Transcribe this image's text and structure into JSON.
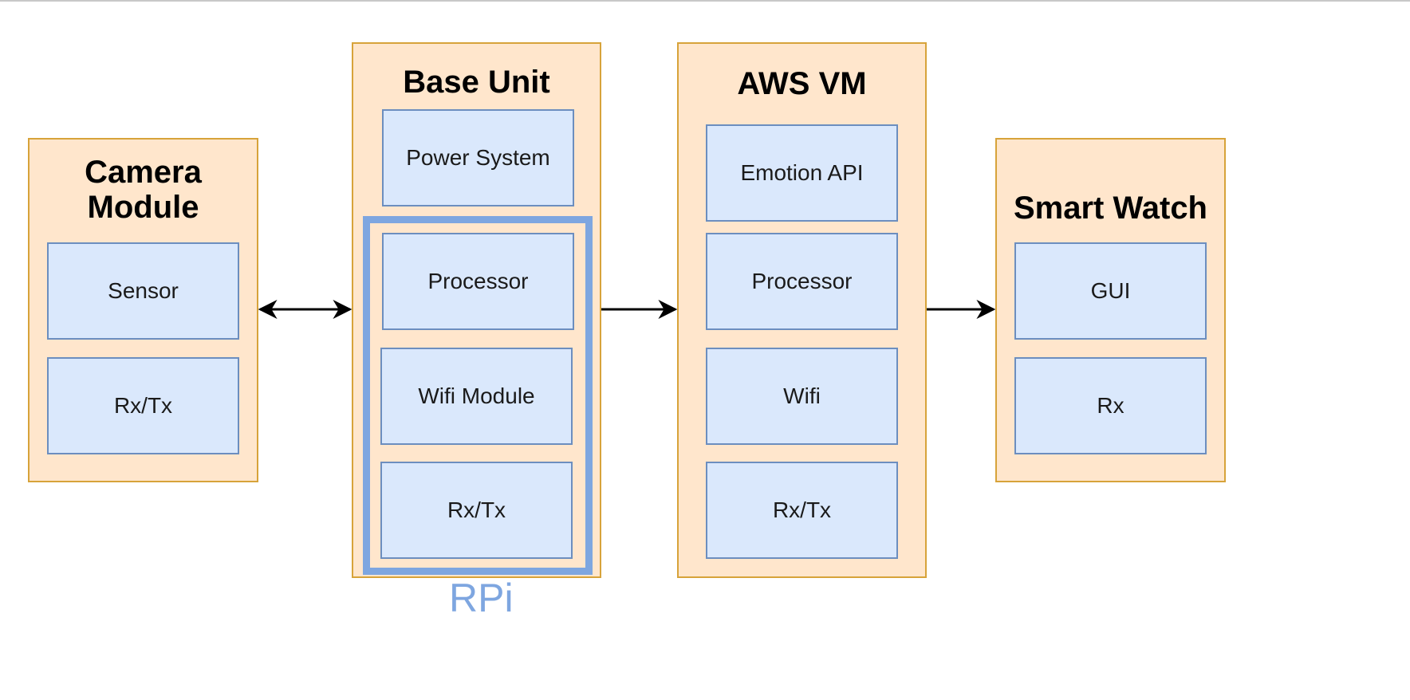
{
  "camera_module": {
    "title_line1": "Camera",
    "title_line2": "Module",
    "items": [
      "Sensor",
      "Rx/Tx"
    ]
  },
  "base_unit": {
    "title": "Base Unit",
    "power": "Power System",
    "rpi_items": [
      "Processor",
      "Wifi Module",
      "Rx/Tx"
    ],
    "rpi_label": "RPi"
  },
  "aws_vm": {
    "title": "AWS VM",
    "items": [
      "Emotion API",
      "Processor",
      "Wifi",
      "Rx/Tx"
    ]
  },
  "smart_watch": {
    "title": "Smart Watch",
    "items": [
      "GUI",
      "Rx"
    ]
  },
  "colors": {
    "container_fill": "#ffe6cc",
    "container_border": "#d7a33a",
    "box_fill": "#dae8fc",
    "box_border": "#6c8ebf",
    "rpi_border": "#7ea6e0"
  }
}
